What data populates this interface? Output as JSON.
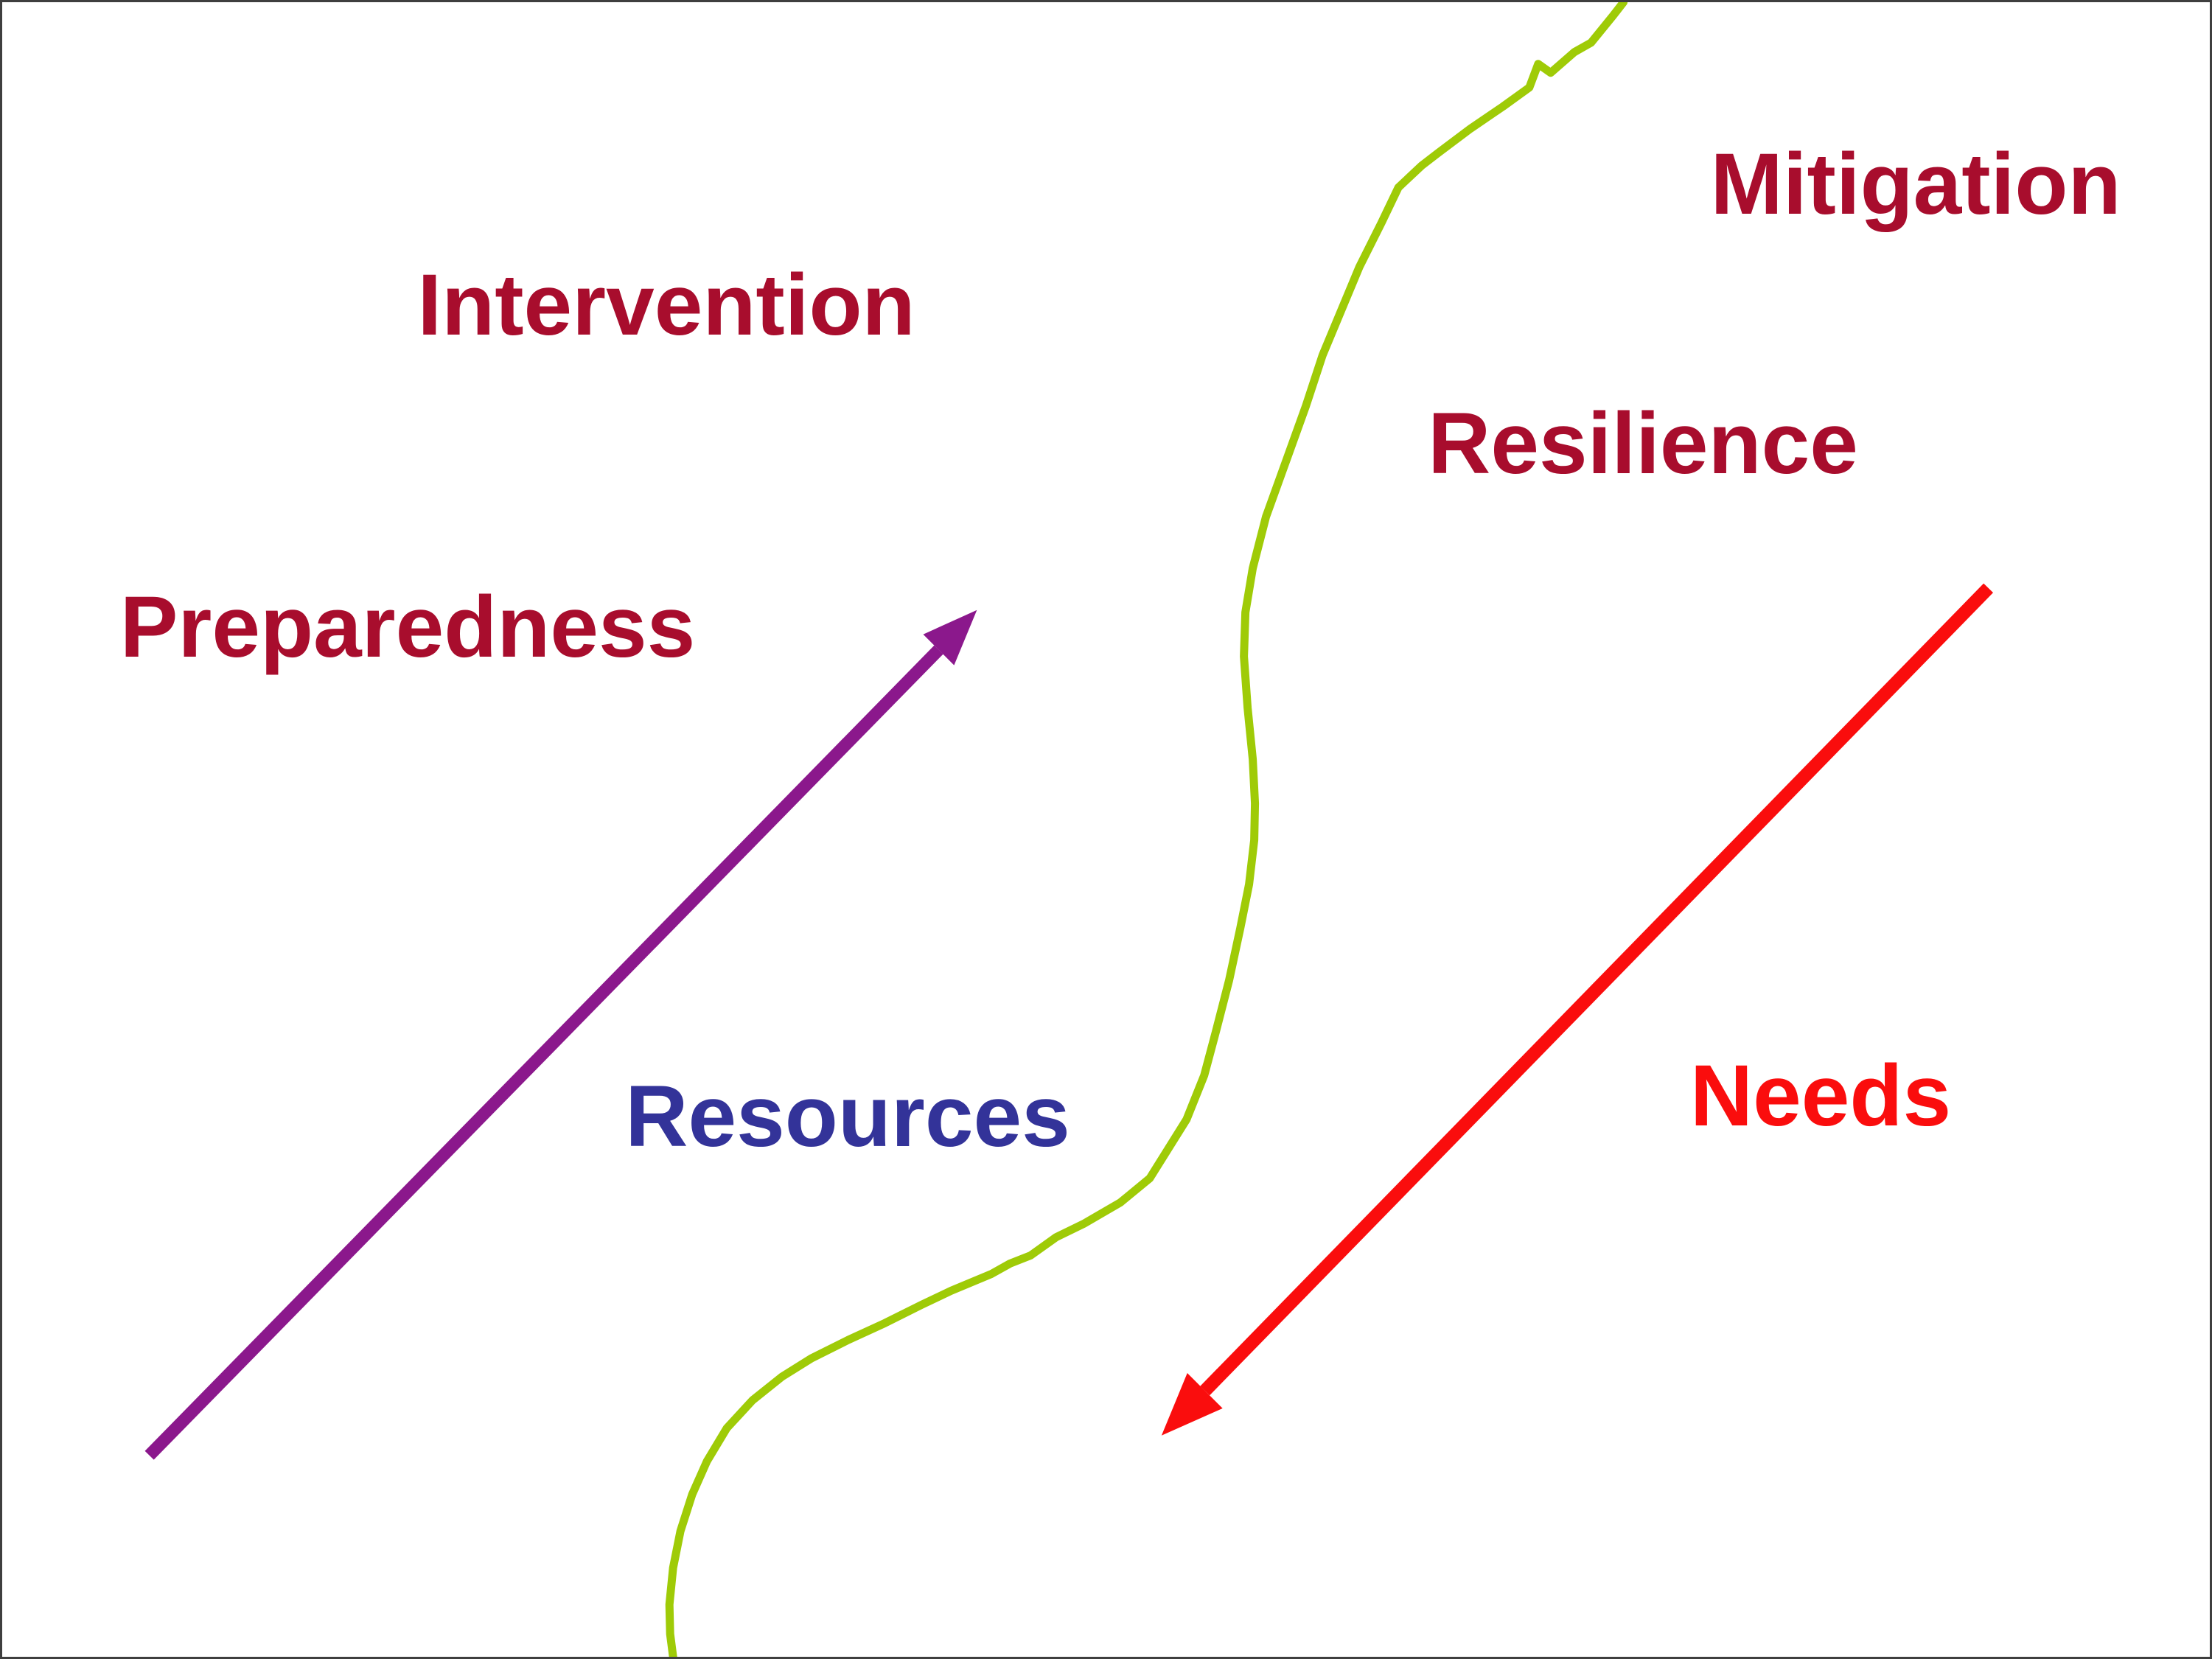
{
  "slide": {
    "background": "#ffffff",
    "border_color": "#3f3f3f"
  },
  "colors": {
    "label_maroon": "#A80D2D",
    "label_blue": "#333399",
    "label_red": "#FA0D0D",
    "arrow_purple": "#8B188C",
    "arrow_red": "#FA0D0D",
    "divider_green": "#9FCB07"
  },
  "labels": {
    "mitigation": {
      "text": "Mitigation",
      "color": "#A80D2D"
    },
    "intervention": {
      "text": "Intervention",
      "color": "#A80D2D"
    },
    "resilience": {
      "text": "Resilience",
      "color": "#A80D2D"
    },
    "preparedness": {
      "text": "Preparedness",
      "color": "#A80D2D"
    },
    "resources": {
      "text": "Resources",
      "color": "#333399"
    },
    "needs": {
      "text": "Needs",
      "color": "#FA0D0D"
    }
  },
  "arrows": [
    {
      "name": "resources-arrow",
      "description": "purple arrow pointing up-right from lower-left quadrant",
      "color": "#8B188C"
    },
    {
      "name": "needs-arrow",
      "description": "red arrow pointing down-left from upper-right quadrant",
      "color": "#FA0D0D"
    }
  ],
  "divider": {
    "name": "wavy-boundary-line",
    "description": "yellow-green freeform line separating left (resources) and right (needs) zones",
    "color": "#9FCB07"
  }
}
